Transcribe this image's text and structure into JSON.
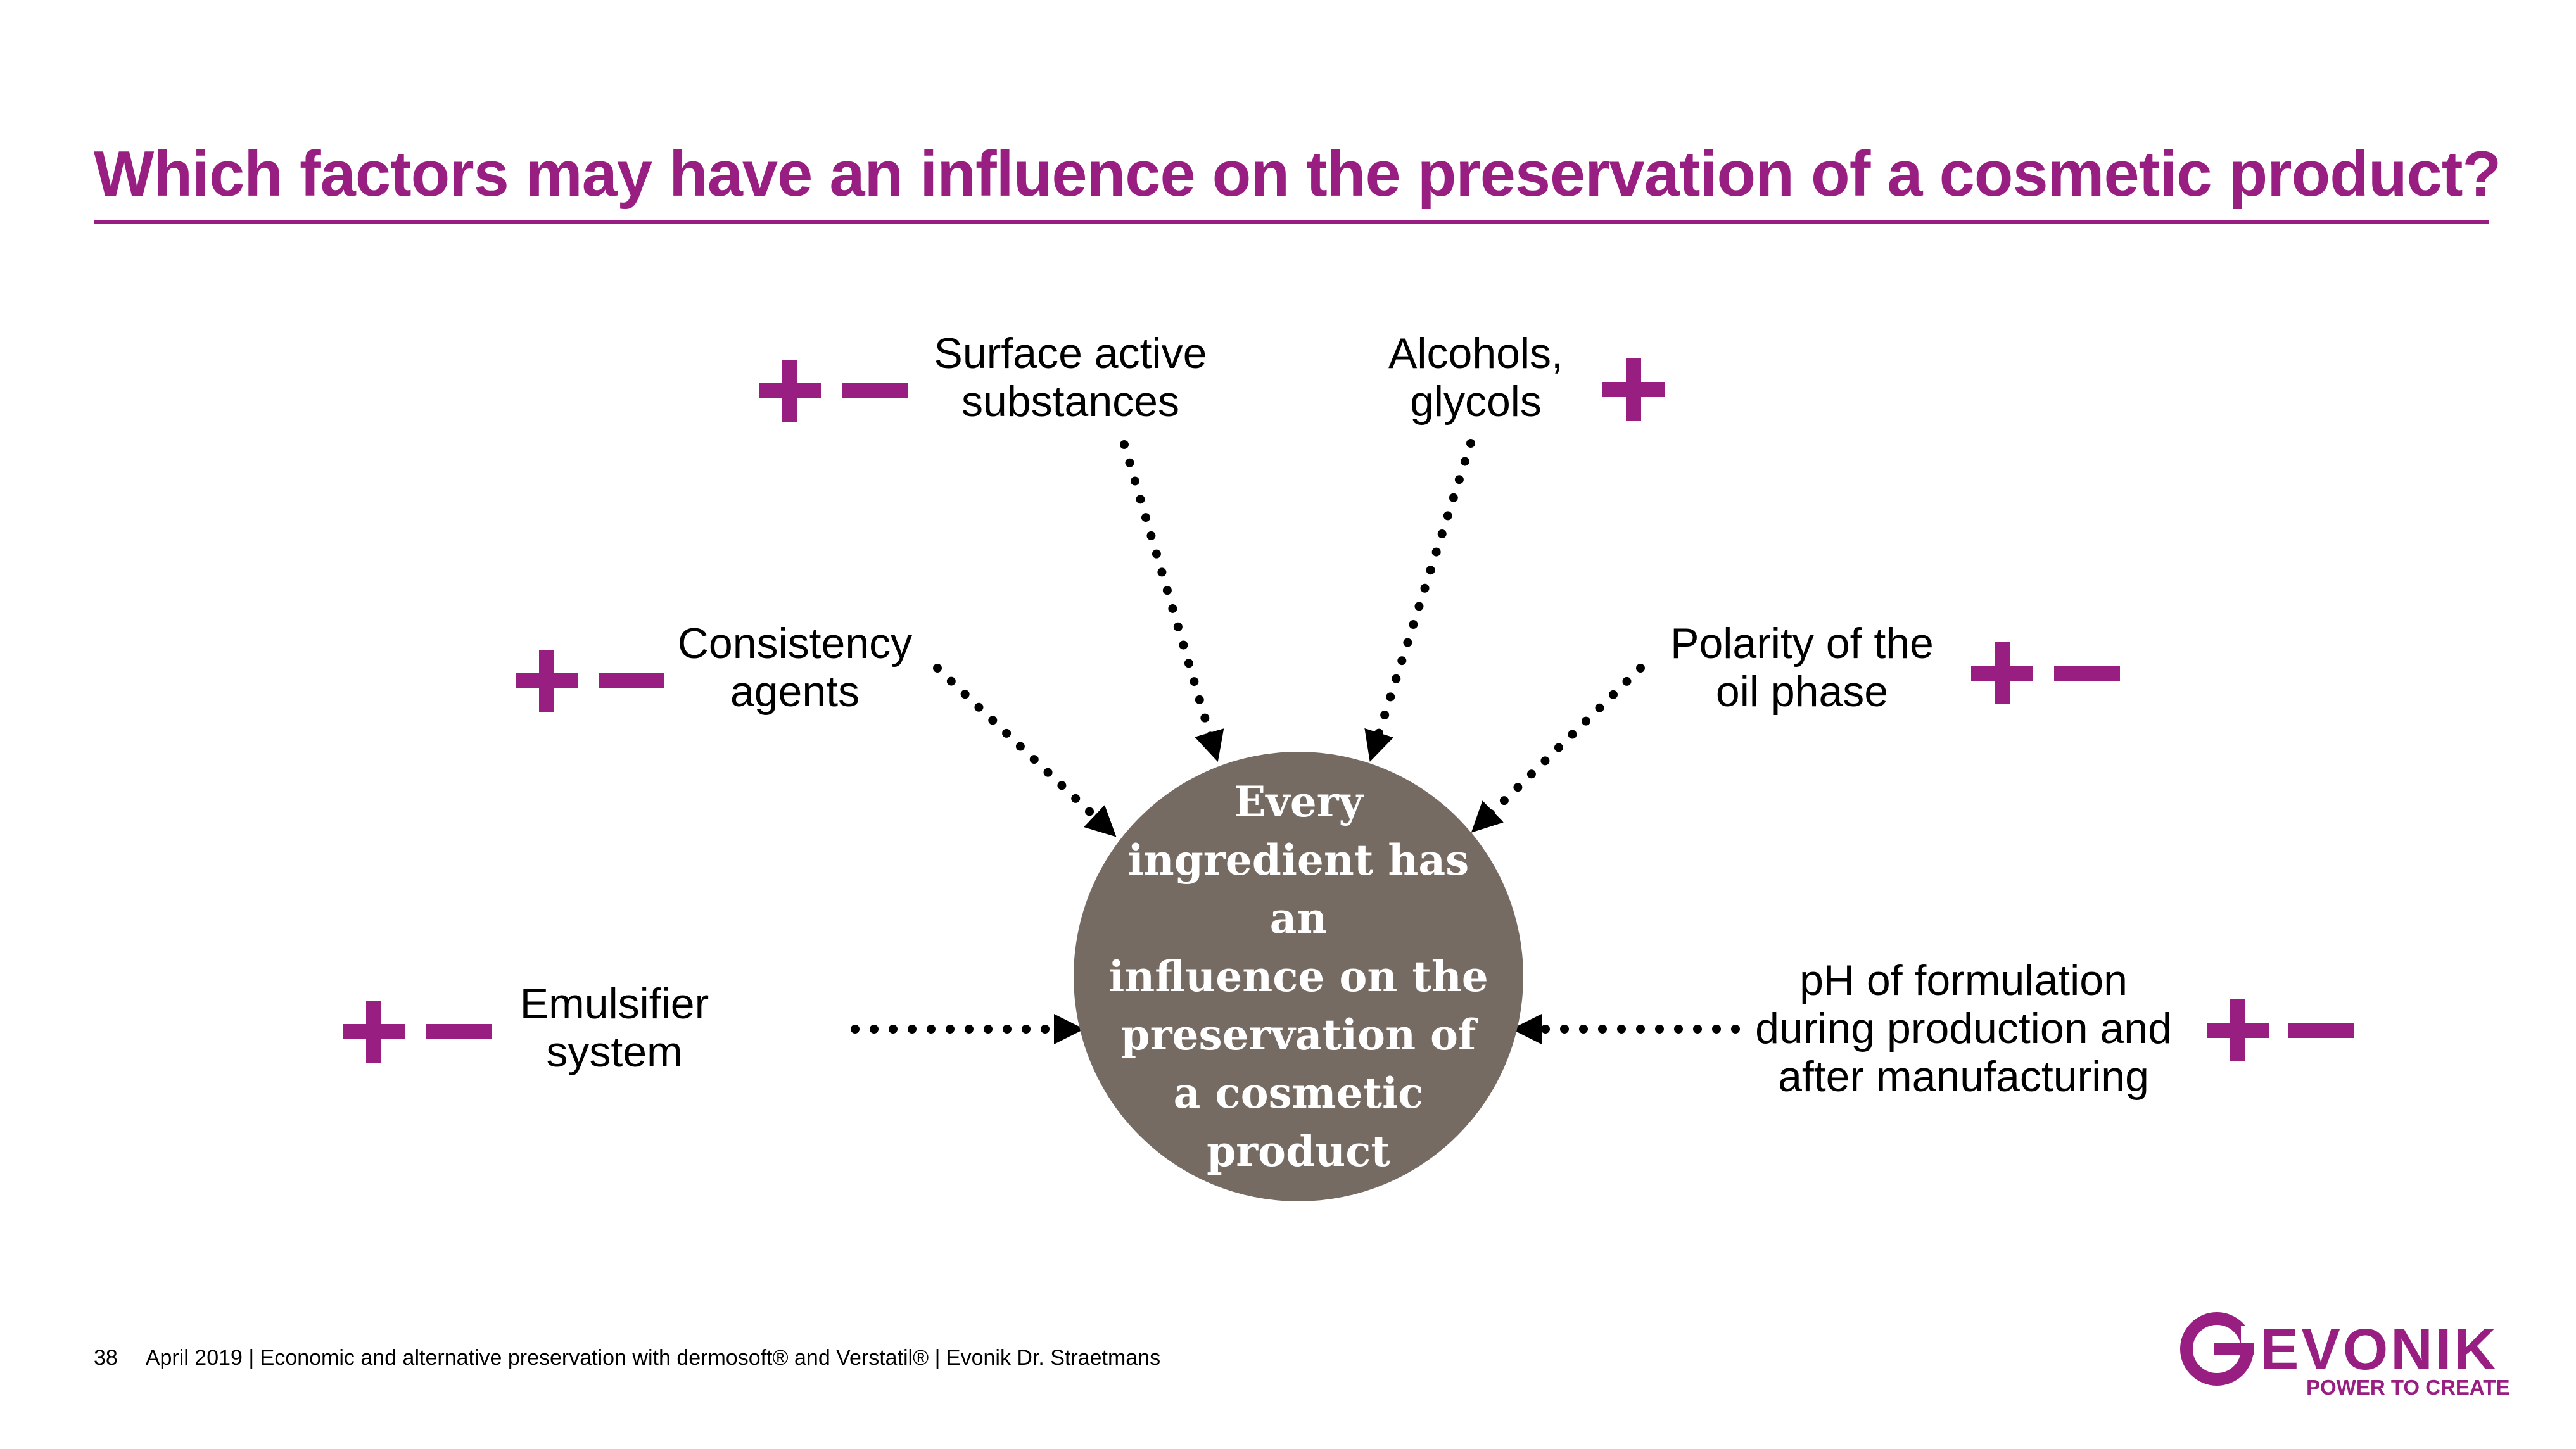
{
  "slide": {
    "title": "Which factors may have an influence on the preservation of a cosmetic product?"
  },
  "center": {
    "lines": [
      "Every",
      "ingredient has an",
      "influence on the",
      "preservation of",
      "a cosmetic",
      "product"
    ]
  },
  "factors": [
    {
      "id": "surface-active",
      "lines": [
        "Surface active",
        "substances"
      ],
      "signs": [
        "plus",
        "minus"
      ]
    },
    {
      "id": "alcohols",
      "lines": [
        "Alcohols,",
        "glycols"
      ],
      "signs": [
        "plus"
      ]
    },
    {
      "id": "consistency",
      "lines": [
        "Consistency",
        "agents"
      ],
      "signs": [
        "plus",
        "minus"
      ]
    },
    {
      "id": "polarity",
      "lines": [
        "Polarity of the",
        "oil phase"
      ],
      "signs": [
        "plus",
        "minus"
      ]
    },
    {
      "id": "emulsifier",
      "lines": [
        "Emulsifier",
        "system"
      ],
      "signs": [
        "plus",
        "minus"
      ]
    },
    {
      "id": "ph",
      "lines": [
        "pH of formulation",
        "during production and",
        "after manufacturing"
      ],
      "signs": [
        "plus",
        "minus"
      ]
    }
  ],
  "footer": {
    "page_number": "38",
    "text": "April 2019  |  Economic and alternative preservation with dermosoft® and Verstatil®  |  Evonik Dr. Straetmans"
  },
  "logo": {
    "wordmark": "EVONIK",
    "tagline": "POWER TO CREATE",
    "color": "#991e82"
  },
  "colors": {
    "accent": "#991e82",
    "circle": "#766b63",
    "arrow": "#000000"
  }
}
